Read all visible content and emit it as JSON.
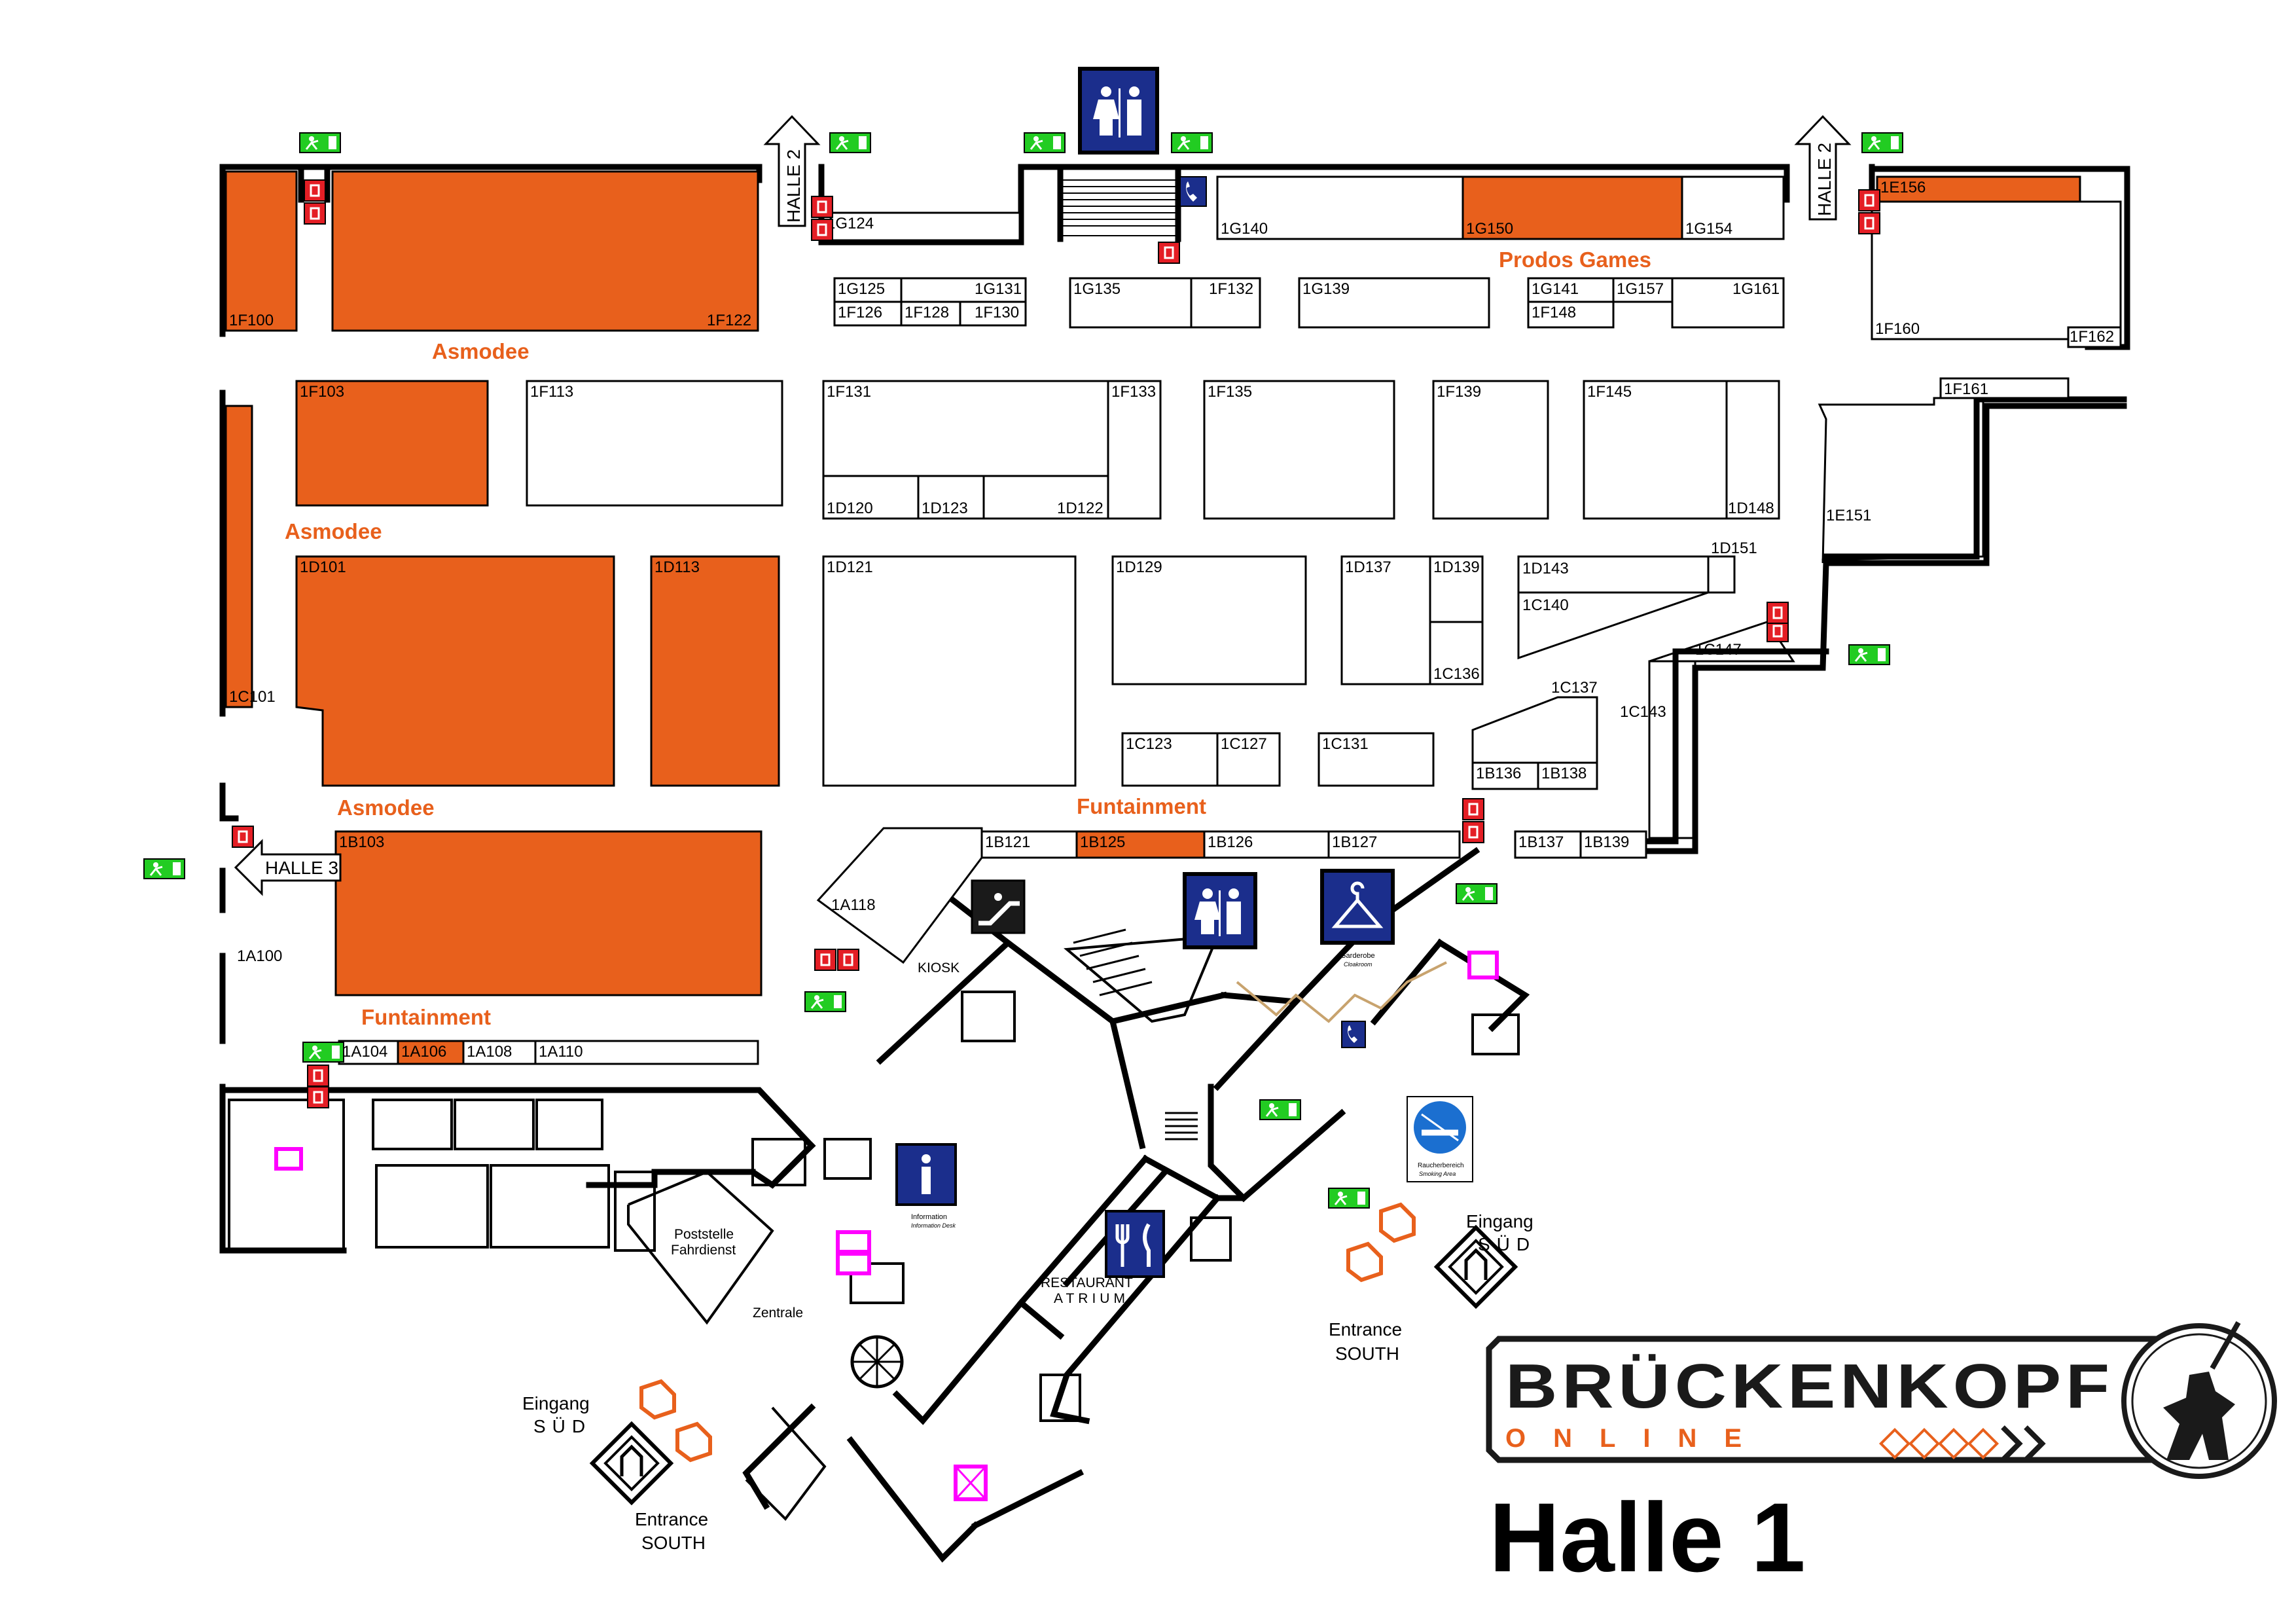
{
  "map_title": "Halle 1",
  "logo": {
    "main": "BRÜCKENKOPF",
    "sub": "ONLINE"
  },
  "colors": {
    "exhibitor_booth": "#e8601c",
    "booth": "#ffffff",
    "exit_sign": "#22cc22",
    "fire_equipment": "#e41e25",
    "service_sign": "#1b2e8c",
    "elevator": "#ff00ff"
  },
  "booths": [
    {
      "id": "1F100",
      "hl": true
    },
    {
      "id": "1F122",
      "hl": true
    },
    {
      "id": "1G124",
      "hl": false
    },
    {
      "id": "1G125",
      "hl": false
    },
    {
      "id": "1G131",
      "hl": false
    },
    {
      "id": "1F126",
      "hl": false
    },
    {
      "id": "1F128",
      "hl": false
    },
    {
      "id": "1F130",
      "hl": false
    },
    {
      "id": "1G135",
      "hl": false
    },
    {
      "id": "1F132",
      "hl": false
    },
    {
      "id": "1G139",
      "hl": false
    },
    {
      "id": "1G140",
      "hl": false
    },
    {
      "id": "1G150",
      "hl": true
    },
    {
      "id": "1G154",
      "hl": false
    },
    {
      "id": "1G141",
      "hl": false
    },
    {
      "id": "1G157",
      "hl": false
    },
    {
      "id": "1G161",
      "hl": false
    },
    {
      "id": "1F148",
      "hl": false
    },
    {
      "id": "1E156",
      "hl": true
    },
    {
      "id": "1F160",
      "hl": false
    },
    {
      "id": "1F162",
      "hl": false
    },
    {
      "id": "1F103",
      "hl": true
    },
    {
      "id": "1F113",
      "hl": false
    },
    {
      "id": "1F131",
      "hl": false
    },
    {
      "id": "1F133",
      "hl": false
    },
    {
      "id": "1D120",
      "hl": false
    },
    {
      "id": "1D123",
      "hl": false
    },
    {
      "id": "1D122",
      "hl": false
    },
    {
      "id": "1F135",
      "hl": false
    },
    {
      "id": "1F139",
      "hl": false
    },
    {
      "id": "1F145",
      "hl": false
    },
    {
      "id": "1D148",
      "hl": false
    },
    {
      "id": "1F161",
      "hl": false
    },
    {
      "id": "1E151",
      "hl": false
    },
    {
      "id": "1C101",
      "hl": true
    },
    {
      "id": "1D101",
      "hl": true
    },
    {
      "id": "1D113",
      "hl": true
    },
    {
      "id": "1D121",
      "hl": false
    },
    {
      "id": "1D129",
      "hl": false
    },
    {
      "id": "1D137",
      "hl": false
    },
    {
      "id": "1D139",
      "hl": false
    },
    {
      "id": "1C136",
      "hl": false
    },
    {
      "id": "1D143",
      "hl": false
    },
    {
      "id": "1D151",
      "hl": false
    },
    {
      "id": "1C140",
      "hl": false
    },
    {
      "id": "1C147",
      "hl": false
    },
    {
      "id": "1C143",
      "hl": false
    },
    {
      "id": "1C137",
      "hl": false
    },
    {
      "id": "1C123",
      "hl": false
    },
    {
      "id": "1C127",
      "hl": false
    },
    {
      "id": "1C131",
      "hl": false
    },
    {
      "id": "1B136",
      "hl": false
    },
    {
      "id": "1B138",
      "hl": false
    },
    {
      "id": "1B103",
      "hl": true
    },
    {
      "id": "1B121",
      "hl": false
    },
    {
      "id": "1B125",
      "hl": true
    },
    {
      "id": "1B126",
      "hl": false
    },
    {
      "id": "1B127",
      "hl": false
    },
    {
      "id": "1B137",
      "hl": false
    },
    {
      "id": "1B139",
      "hl": false
    },
    {
      "id": "1A118",
      "hl": false
    },
    {
      "id": "1A100",
      "hl": false
    },
    {
      "id": "1A104",
      "hl": false
    },
    {
      "id": "1A106",
      "hl": true
    },
    {
      "id": "1A108",
      "hl": false
    },
    {
      "id": "1A110",
      "hl": false
    }
  ],
  "exhibitors": [
    "Asmodee",
    "Asmodee",
    "Asmodee",
    "Prodos Games",
    "Funtainment",
    "Funtainment"
  ],
  "halle_arrows": [
    "HALLE 2",
    "HALLE 2",
    "HALLE 3"
  ],
  "places": {
    "kiosk": "KIOSK",
    "restaurant": [
      "RESTAURANT",
      "ATRIUM"
    ],
    "poststelle": [
      "Poststelle",
      "Fahrdienst"
    ],
    "zentrale": "Zentrale",
    "garderobe": [
      "Garderobe",
      "Cloakroom"
    ],
    "information": [
      "Information",
      "Information Desk"
    ],
    "smoking": [
      "Raucherbereich",
      "Smoking Area"
    ]
  },
  "entrances": [
    {
      "line1": "Eingang",
      "line2": "SÜD",
      "line3": "Entrance",
      "line4": "SOUTH"
    },
    {
      "line1": "Eingang",
      "line2": "SÜD",
      "line3": "Entrance",
      "line4": "SOUTH"
    }
  ]
}
